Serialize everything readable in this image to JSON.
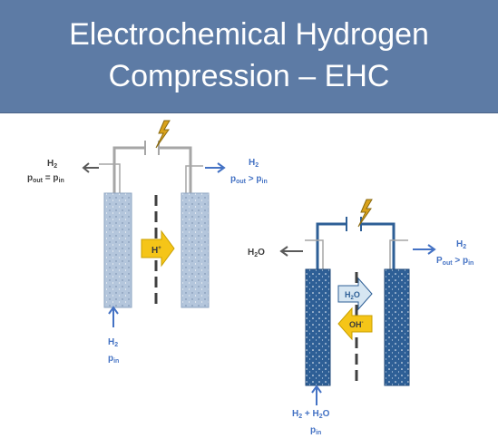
{
  "title": {
    "line1": "Electrochemical Hydrogen",
    "line2": "Compression – EHC"
  },
  "pem_cell": {
    "out_left_species": "H",
    "out_left_sub": "2",
    "out_left_p": "p",
    "out_left_p_sub": "out",
    "out_left_rel": " = p",
    "out_left_rel_sub": "in",
    "out_right_species": "H",
    "out_right_sub": "2",
    "out_right_p": "p",
    "out_right_p_sub": "out",
    "out_right_rel": " > p",
    "out_right_rel_sub": "in",
    "ion": "H",
    "ion_sup": "+",
    "in_species": "H",
    "in_sub": "2",
    "in_p": "p",
    "in_p_sub": "in"
  },
  "alkaline_cell": {
    "out_left_species": "H",
    "out_left_sub": "2",
    "out_left_tail": "O",
    "out_right_species": "H",
    "out_right_sub": "2",
    "out_right_p": "P",
    "out_right_p_sub": "out",
    "out_right_rel": " > p",
    "out_right_rel_sub": "in",
    "water_species": "H",
    "water_sub": "2",
    "water_tail": "O",
    "hydroxide": "OH",
    "hydroxide_sup": "-",
    "in_species": "H",
    "in_sub": "2",
    "in_plus": " + H",
    "in_sub2": "2",
    "in_tail": "O",
    "in_p": "p",
    "in_p_sub": "in"
  },
  "colors": {
    "title_bg": "#5d7ba5",
    "label_blue": "#4472c4",
    "dark_blue": "#2e5f96",
    "light_cell": "#b4c6dc",
    "arrow_yellow": "#f5c518",
    "lightning": "#b8860b",
    "gray": "#a6a6a6"
  }
}
